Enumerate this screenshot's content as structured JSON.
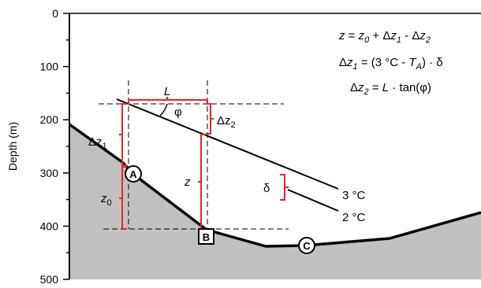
{
  "axis": {
    "ylabel": "Depth (m)",
    "ticks": [
      "0",
      "100",
      "200",
      "300",
      "400",
      "500"
    ],
    "ylim": [
      0,
      500
    ]
  },
  "colors": {
    "terrain_fill": "#c0c0c0",
    "bracket": "#e8262b",
    "line": "#000000"
  },
  "points": {
    "a": "A",
    "b": "B",
    "c": "C"
  },
  "labels": {
    "L": "L",
    "phi": "φ",
    "dz1_delta": "Δz",
    "dz1_sub": "1",
    "dz2_delta": "Δz",
    "dz2_sub": "2",
    "z": "z",
    "z0": "z",
    "z0_sub": "0",
    "delta": "δ",
    "iso_3": "3 °C",
    "iso_2": "2 °C"
  },
  "equations": {
    "eq1": {
      "z": "z",
      "eq": " = ",
      "z0": "z",
      "z0_sub": "0",
      "plus": " + Δ",
      "z1": "z",
      "z1_sub": "1",
      "minus": " - Δ",
      "z2": "z",
      "z2_sub": "2"
    },
    "eq2": {
      "delta": "Δ",
      "z1": "z",
      "z1_sub": "1",
      "mid": " = (3 °C - ",
      "T": "T",
      "T_sub": "A",
      "end": ") · δ"
    },
    "eq3": {
      "delta": "Δ",
      "z2": "z",
      "z2_sub": "2",
      "eq": " = ",
      "L": "L",
      "end": " · tan(φ)"
    }
  }
}
